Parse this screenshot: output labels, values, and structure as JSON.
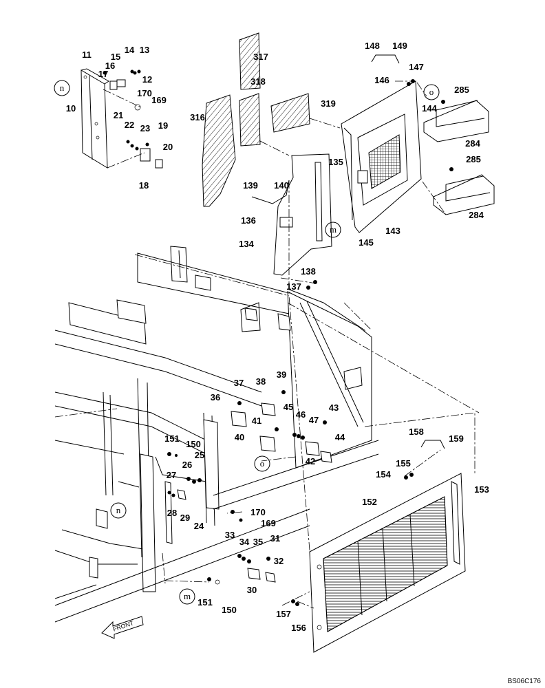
{
  "diagram": {
    "drawing_code": "BS06C176",
    "direction_label": "FRONT",
    "reference_circles": [
      {
        "letter": "n"
      },
      {
        "letter": "n"
      },
      {
        "letter": "o"
      },
      {
        "letter": "o"
      },
      {
        "letter": "m"
      },
      {
        "letter": "m"
      }
    ],
    "part_numbers": [
      "11",
      "14",
      "13",
      "15",
      "16",
      "17",
      "12",
      "10",
      "170",
      "169",
      "21",
      "22",
      "23",
      "19",
      "20",
      "18",
      "317",
      "318",
      "316",
      "319",
      "148",
      "149",
      "147",
      "146",
      "285",
      "144",
      "284",
      "285",
      "284",
      "135",
      "139",
      "140",
      "136",
      "134",
      "145",
      "143",
      "138",
      "137",
      "37",
      "38",
      "39",
      "36",
      "45",
      "46",
      "47",
      "43",
      "41",
      "40",
      "44",
      "42",
      "151",
      "150",
      "25",
      "26",
      "27",
      "28",
      "29",
      "24",
      "170",
      "169",
      "158",
      "159",
      "155",
      "154",
      "153",
      "152",
      "33",
      "34",
      "35",
      "31",
      "32",
      "30",
      "151",
      "150",
      "157",
      "156"
    ]
  }
}
